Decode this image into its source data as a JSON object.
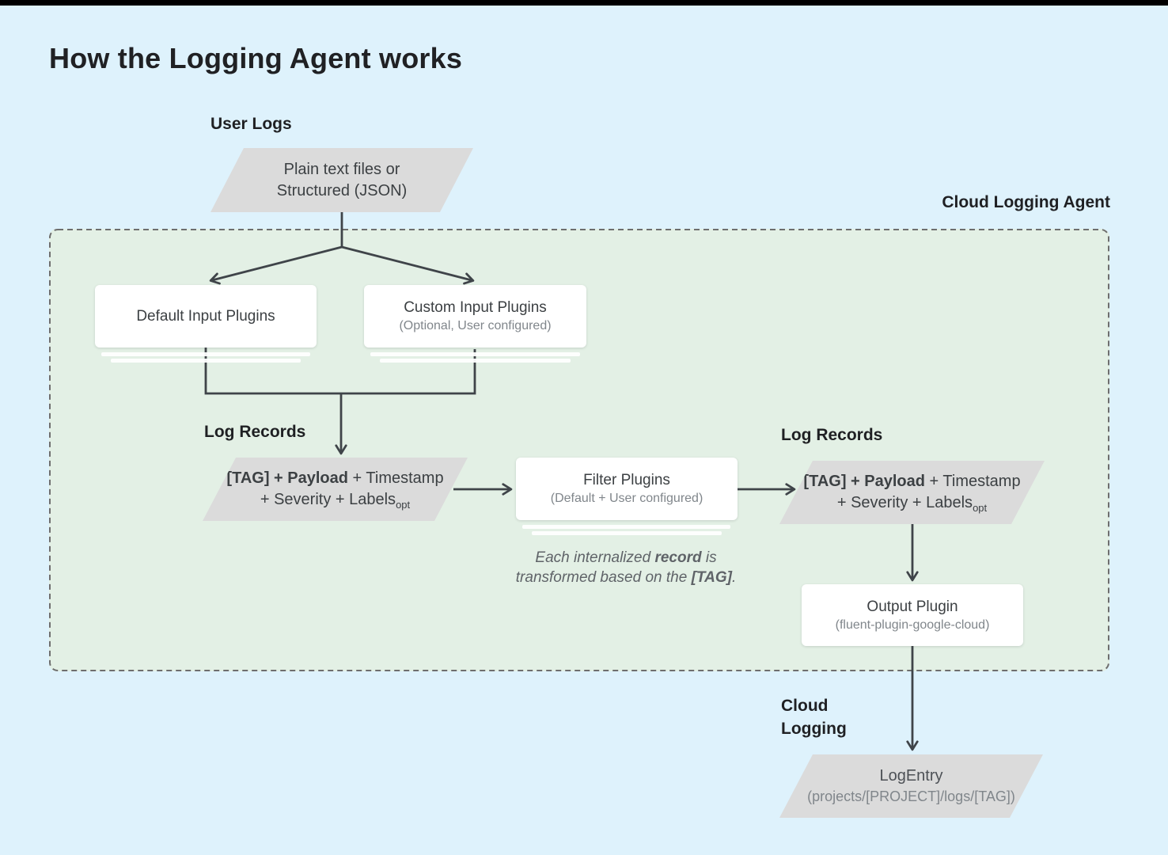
{
  "title": "How the Logging Agent works",
  "labels": {
    "user_logs": "User Logs",
    "agent": "Cloud Logging Agent",
    "log_records_left": "Log Records",
    "log_records_right": "Log Records",
    "cloud_logging_line1": "Cloud",
    "cloud_logging_line2": "Logging"
  },
  "nodes": {
    "user_input": {
      "line1": "Plain text files or",
      "line2": "Structured (JSON)"
    },
    "default_input": {
      "title": "Default Input Plugins"
    },
    "custom_input": {
      "title": "Custom Input Plugins",
      "subtitle": "(Optional, User configured)"
    },
    "log_record_left": {
      "bold": "[TAG] + Payload",
      "rest": " + Timestamp",
      "line2": "+ Severity + Labels",
      "subscript": "opt"
    },
    "filter": {
      "title": "Filter Plugins",
      "subtitle": "(Default + User configured)"
    },
    "log_record_right": {
      "bold": "[TAG] + Payload",
      "rest": " + Timestamp",
      "line2": "+ Severity + Labels",
      "subscript": "opt"
    },
    "output": {
      "title": "Output Plugin",
      "subtitle": "(fluent-plugin-google-cloud)"
    },
    "log_entry": {
      "title": "LogEntry",
      "subtitle": "(projects/[PROJECT]/logs/[TAG])"
    }
  },
  "caption": {
    "l1a": "Each internalized ",
    "l1b": "record",
    "l1c": " is",
    "l2a": "transformed based on the ",
    "l2b": "[TAG]",
    "l2c": "."
  },
  "colors": {
    "bg": "#def2fc",
    "topbar": "#000000",
    "agent_fill": "#e3f0e5",
    "agent_border": "#6e6e6e",
    "node_fill": "#ffffff",
    "shape_fill": "#dbdbdb",
    "line": "#3f4449",
    "text_primary": "#3c4043",
    "text_secondary": "#80868b",
    "title": "#202124",
    "caption": "#5f6368"
  }
}
